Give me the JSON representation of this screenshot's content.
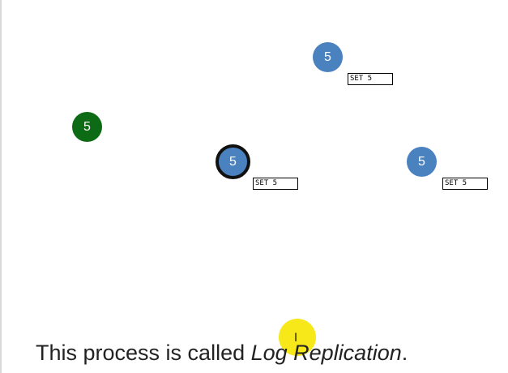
{
  "nodes": [
    {
      "id": "follower-top",
      "term": "5",
      "role": "follower",
      "color": "#4a82c0",
      "log_entry": "SET 5"
    },
    {
      "id": "candidate-left",
      "term": "5",
      "role": "other",
      "color": "#0d6b16",
      "log_entry": ""
    },
    {
      "id": "leader-center",
      "term": "5",
      "role": "leader",
      "color": "#4a82c0",
      "log_entry": "SET 5"
    },
    {
      "id": "follower-right",
      "term": "5",
      "role": "follower",
      "color": "#4a82c0",
      "log_entry": "SET 5"
    }
  ],
  "caption": {
    "prefix": "This process is called ",
    "emphasis": "Log Replication",
    "suffix": "."
  },
  "cursor": {
    "type": "text-cursor-icon",
    "highlight_color": "#f6e600"
  }
}
